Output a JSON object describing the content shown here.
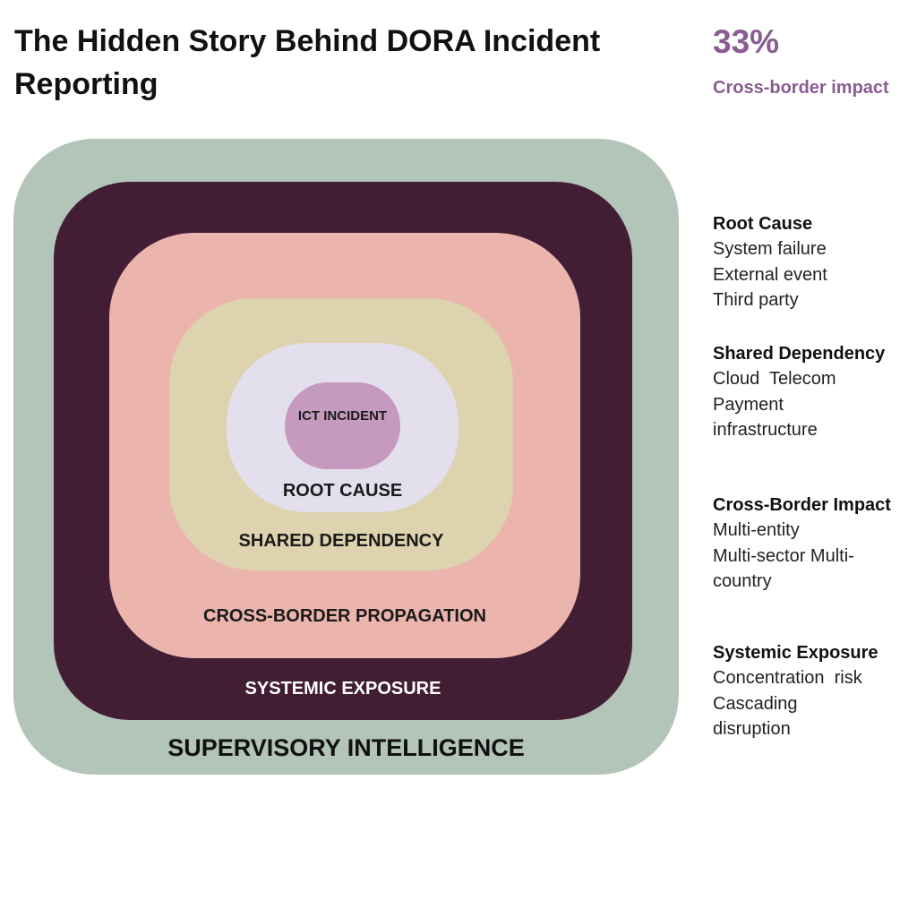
{
  "title": "The Hidden Story Behind DORA Incident Reporting",
  "stat": {
    "value": "33%",
    "label": "Cross-border impact"
  },
  "layers": {
    "supervisory": {
      "label": "SUPERVISORY INTELLIGENCE",
      "color": "#b3c4b8"
    },
    "systemic": {
      "label": "SYSTEMIC EXPOSURE",
      "color": "#421e34"
    },
    "crossborder": {
      "label": "CROSS-BORDER PROPAGATION",
      "color": "#ebb5ae"
    },
    "shared": {
      "label": "SHARED DEPENDENCY",
      "color": "#ddd3ae"
    },
    "rootcause": {
      "label": "ROOT CAUSE",
      "color": "#e3dfec"
    },
    "ict": {
      "label": "ICT INCIDENT",
      "color": "#c59abe"
    }
  },
  "sidebar": {
    "rootcause": {
      "heading": "Root Cause",
      "lines": [
        "System failure",
        "External event",
        "Third party"
      ]
    },
    "shared": {
      "heading": "Shared Dependency",
      "lines": [
        "Cloud  Telecom",
        "Payment",
        "infrastructure"
      ]
    },
    "crossborder": {
      "heading": "Cross-Border Impact",
      "lines": [
        "Multi-entity",
        "Multi-sector Multi-",
        "country"
      ]
    },
    "systemic": {
      "heading": "Systemic Exposure",
      "lines": [
        "Concentration  risk",
        "Cascading",
        "disruption"
      ]
    }
  },
  "accent_color": "#8b5c93"
}
